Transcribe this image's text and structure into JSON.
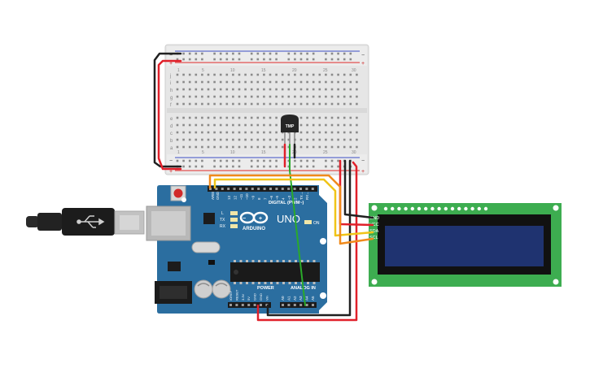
{
  "breadboard": {
    "row_letters_top": [
      "j",
      "i",
      "h",
      "g",
      "f"
    ],
    "row_letters_bottom": [
      "e",
      "d",
      "c",
      "b",
      "a"
    ],
    "column_numbers_left": [
      "1",
      "5",
      "10",
      "15",
      "20",
      "25",
      "30"
    ],
    "column_numbers_right": [
      "1",
      "5",
      "10",
      "15",
      "20",
      "25",
      "30"
    ],
    "rail_plus": "+",
    "rail_minus": "−"
  },
  "sensor": {
    "label": "TMP"
  },
  "arduino": {
    "brand": "ARDUINO",
    "model": "UNO",
    "digital_label": "DIGITAL (PWM~)",
    "power_label": "POWER",
    "analog_label": "ANALOG IN",
    "on_label": "ON",
    "l_label": "L",
    "tx_label": "TX",
    "rx_label": "RX",
    "aref_label": "AREF",
    "gnd_label": "GND",
    "digital_pins": [
      "13",
      "12",
      "~11",
      "~10",
      "~9",
      "8",
      "7",
      "~6",
      "~5",
      "4",
      "~3",
      "2",
      "TX→1",
      "RX←0"
    ],
    "power_pins": [
      "IOREF",
      "RESET",
      "3.3V",
      "5V",
      "GND",
      "GND",
      "Vin"
    ],
    "analog_pins": [
      "A0",
      "A1",
      "A2",
      "A3",
      "A4",
      "A5"
    ]
  },
  "lcd": {
    "pin_labels": [
      "GND",
      "VCC",
      "SDA",
      "SCL"
    ]
  },
  "colors": {
    "arduino_board": "#2b6ea0",
    "lcd_board": "#3dad50",
    "lcd_screen": "#1f3370",
    "wire_red": "#e0202a",
    "wire_black": "#202020",
    "wire_yellow": "#f0c418",
    "wire_orange": "#f08a1c",
    "wire_green": "#2aaa2a",
    "breadboard": "#e8e8e8"
  }
}
